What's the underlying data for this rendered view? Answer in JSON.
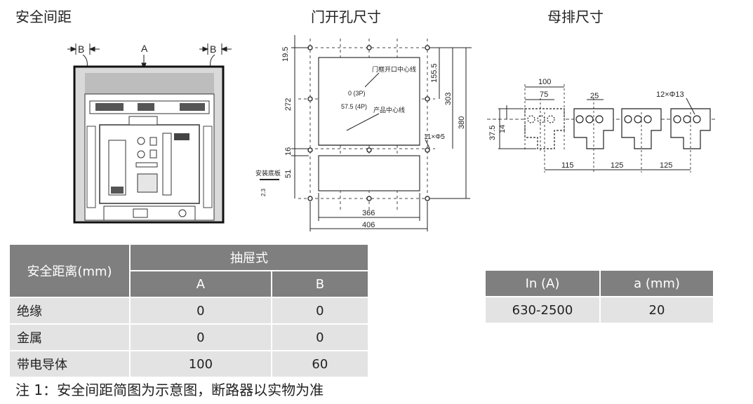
{
  "titles": {
    "safety": "安全间距",
    "door": "门开孔尺寸",
    "busbar": "母排尺寸"
  },
  "left_diagram": {
    "label_b": "B",
    "label_a": "A"
  },
  "door_diagram": {
    "dim_19_5": "19.5",
    "dim_272": "272",
    "dim_16": "16",
    "dim_51": "51",
    "dim_155_5": "155.5",
    "dim_303": "303",
    "dim_380": "380",
    "dim_366": "366",
    "dim_406": "406",
    "label_door_center": "门框开口中心线",
    "label_3p": "0 (3P)",
    "label_4p": "57.5 (4P)",
    "label_product_center": "产品中心线",
    "label_holes": "11×Φ5",
    "label_panel": "安装底板",
    "label_23": "2.3"
  },
  "busbar_diagram": {
    "dim_100": "100",
    "dim_75": "75",
    "dim_25": "25",
    "dim_holes": "12×Φ13",
    "dim_37_5": "37.5",
    "dim_14": "14",
    "dim_115": "115",
    "dim_125a": "125",
    "dim_125b": "125"
  },
  "safety_table": {
    "header_main": "安全距离(mm)",
    "header_group": "抽屉式",
    "col_a": "A",
    "col_b": "B",
    "rows": [
      {
        "label": "绝缘",
        "a": "0",
        "b": "0"
      },
      {
        "label": "金属",
        "a": "0",
        "b": "0"
      },
      {
        "label": "带电导体",
        "a": "100",
        "b": "60"
      }
    ]
  },
  "current_table": {
    "col1": "In (A)",
    "col2": "a (mm)",
    "row": {
      "in": "630-2500",
      "a": "20"
    }
  },
  "note": "注 1：安全间距简图为示意图，断路器以实物为准"
}
